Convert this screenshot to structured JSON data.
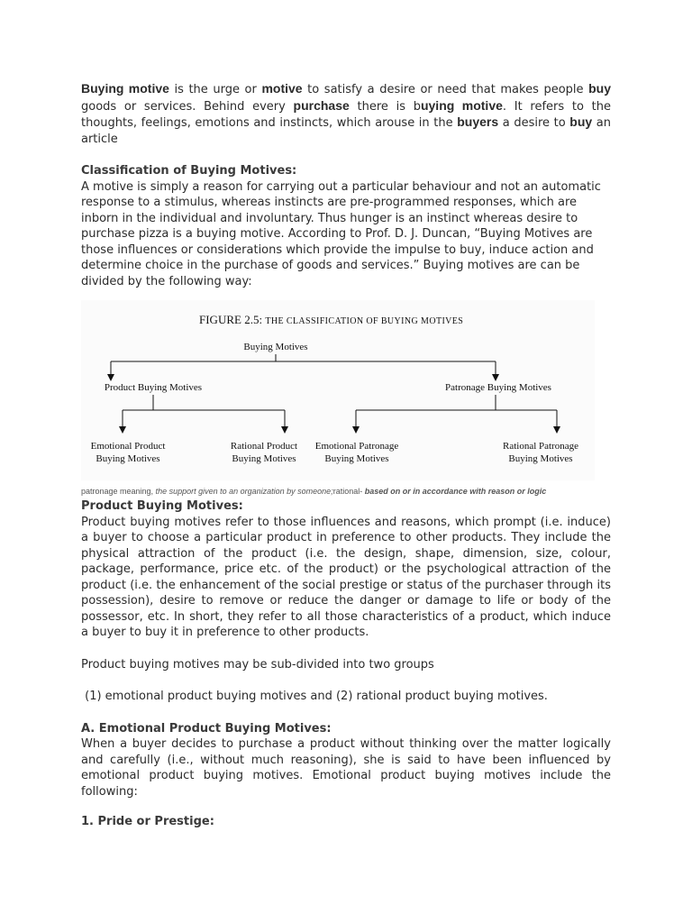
{
  "intro": {
    "p1": "Buying motive",
    "p2": " is the urge or ",
    "p3": "motive",
    "p4": " to satisfy a desire or need that makes people ",
    "p5": "buy",
    "p6": " goods or services. Behind every ",
    "p7": "purchase",
    "p8": " there is b",
    "p9": "uying motive",
    "p10": ". It refers to the thoughts, feelings, emotions and instincts, which arouse in the ",
    "p11": "buyers",
    "p12": " a desire to ",
    "p13": "buy",
    "p14": " an article"
  },
  "classification": {
    "heading": "Classification of Buying Motives:",
    "body": "A motive is simply a reason for carrying out a particular behaviour and not an automatic response to a stimulus, whereas instincts are pre-programmed responses, which are inborn in the individual and involuntary. Thus hunger is an instinct whereas desire to purchase pizza is a buying motive. According to Prof. D. J. Duncan, “Buying Motives are those influences or considerations which provide the impulse to buy, induce action and determine choice in the purchase of goods and services.” Buying motives are can be divided by the following way:"
  },
  "figure": {
    "title_prefix": "FIGURE 2.5: ",
    "title_rest": "The classification of buying motives",
    "root": "Buying Motives",
    "left_node": "Product Buying Motives",
    "right_node": "Patronage Buying Motives",
    "leaf1_line1": "Emotional Product",
    "leaf1_line2": "Buying Motives",
    "leaf2_line1": "Rational Product",
    "leaf2_line2": "Buying Motives",
    "leaf3_line1": "Emotional Patronage",
    "leaf3_line2": "Buying Motives",
    "leaf4_line1": "Rational Patronage",
    "leaf4_line2": "Buying Motives"
  },
  "caption": {
    "c1": "patronage meaning, ",
    "c2": "the support given to an organization by someone;",
    "c3": "rational- ",
    "c4": "based on or in accordance with reason or logic"
  },
  "product": {
    "heading": "Product Buying Motives:",
    "body": "Product buying motives refer to those influences and reasons, which prompt (i.e. induce) a buyer to choose a particular product in preference to other products. They include the physical attraction of the product (i.e. the design, shape, dimension, size, colour, package, performance, price etc. of the product) or the psychological attraction of the product (i.e. the enhancement of the social prestige or status of the purchaser through its possession), desire to remove or reduce the danger or damage to life or body of the possessor, etc. In short, they refer to all those characteristics of a product, which induce a buyer to buy it in preference to other products.",
    "subdivided": "Product buying motives may be sub-divided into two groups",
    "groups": " (1) emotional product buying motives and (2) rational product buying motives."
  },
  "emotional": {
    "heading": "A. Emotional Product Buying Motives:",
    "body": "When a buyer decides to purchase a product without thinking over the matter logically and carefully (i.e., without much reasoning), she is said to have been influenced by emotional product buying motives. Emotional product buying motives include the following:",
    "item1": "1. Pride or Prestige:"
  }
}
